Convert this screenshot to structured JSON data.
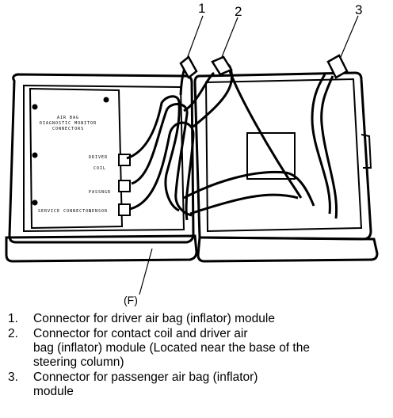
{
  "callouts": [
    "1",
    "2",
    "3"
  ],
  "case_label": "(F)",
  "panel_text": {
    "line1": "AIR BAG",
    "line2": "DIAGNOSTIC MONITOR",
    "line3": "CONNECTORS",
    "tag_a": "DRIVER",
    "tag_b": "COIL",
    "tag_c": "PASSNGR",
    "tag_d": "SENSOR",
    "bottom": "SERVICE CONNECTOR"
  },
  "legend": [
    {
      "num": "1.",
      "lines": [
        "Connector for driver air bag (inflator) module"
      ]
    },
    {
      "num": "2.",
      "lines": [
        "Connector for contact coil and driver air",
        "bag (inflator) module (Located near the base of the",
        "steering column)"
      ]
    },
    {
      "num": "3.",
      "lines": [
        "Connector for passenger air bag (inflator)",
        "module"
      ]
    }
  ]
}
